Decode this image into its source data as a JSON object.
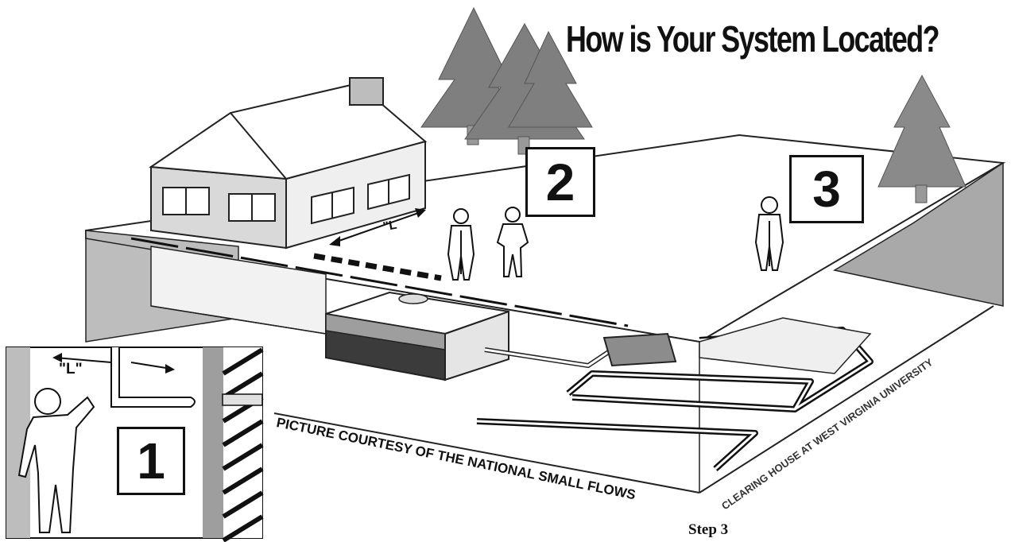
{
  "title": "How is Your System Located?",
  "labels": {
    "box1": "1",
    "box2": "2",
    "box3": "3",
    "house_distance": "\"L",
    "inset_distance": "\"L\""
  },
  "credits": {
    "main": "PICTURE COURTESY OF THE NATIONAL SMALL FLOWS",
    "side": "CLEARING HOUSE AT WEST VIRGINIA UNIVERSITY"
  },
  "footer": "Step 3",
  "colors": {
    "tree": "#7f7f7f",
    "ground": "#ffffff",
    "wall": "#b5b5b5",
    "ink": "#111111"
  }
}
